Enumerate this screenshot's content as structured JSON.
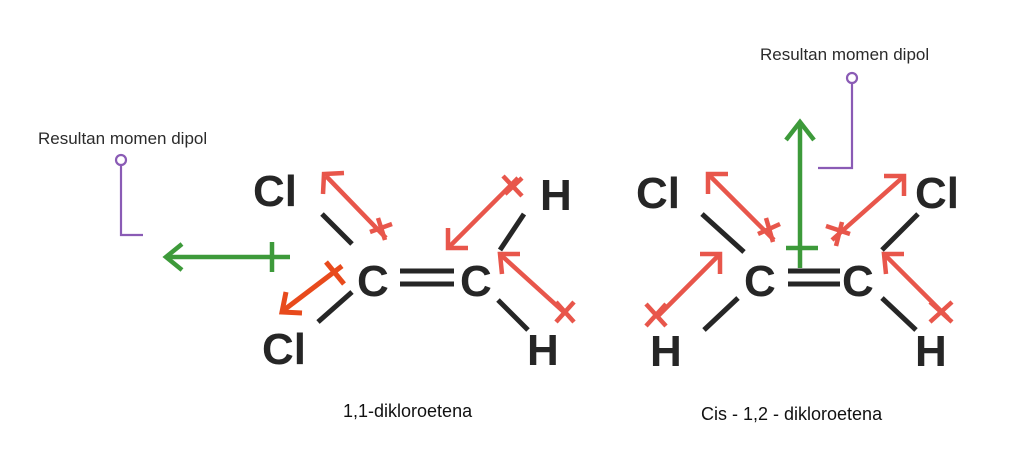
{
  "left_molecule": {
    "name": "1,1-dikloroetena",
    "resultant_label": "Resultan momen dipol",
    "atoms": {
      "cl_top": "Cl",
      "cl_bottom": "Cl",
      "c1": "C",
      "c2": "C",
      "h_top": "H",
      "h_bottom": "H"
    }
  },
  "right_molecule": {
    "name": "Cis - 1,2 - dikloroetena",
    "resultant_label": "Resultan momen dipol",
    "atoms": {
      "cl_left": "Cl",
      "cl_right": "Cl",
      "c1": "C",
      "c2": "C",
      "h_left": "H",
      "h_right": "H"
    }
  },
  "colors": {
    "bond_dipole": "#e8564b",
    "bond_dipole_highlight": "#e84a1c",
    "resultant": "#3d9a3a",
    "annotation_pin": "#8a5bb5",
    "atom_text": "#262626"
  }
}
